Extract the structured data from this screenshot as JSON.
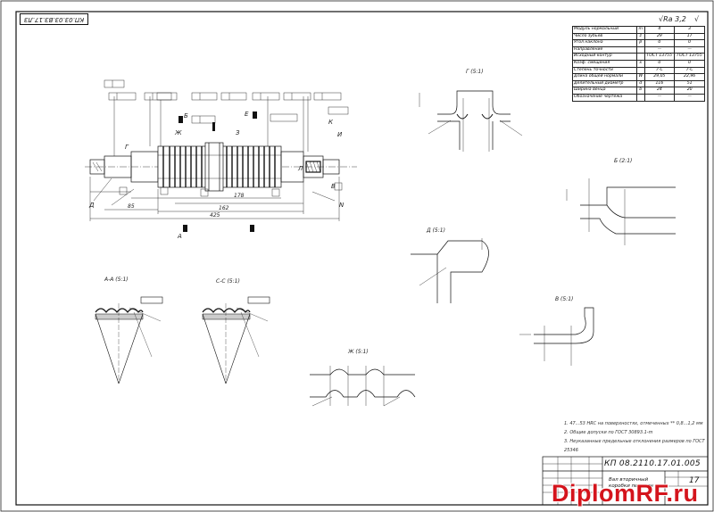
{
  "stamp_code": "КП.03.03.ВЗ.17.ЛЗ",
  "roughness_header": [
    "√Ra 3,2",
    "√"
  ],
  "param_table": [
    [
      "Модуль нормальный",
      "m",
      "4",
      "3"
    ],
    [
      "Число зубьев",
      "z",
      "29",
      "17"
    ],
    [
      "Угол наклона",
      "β",
      "0",
      "0"
    ],
    [
      "Направление",
      "",
      "—",
      "—"
    ],
    [
      "Исходный контур",
      "",
      "ГОСТ 13755",
      "ГОСТ 13755"
    ],
    [
      "Коэф. смещения",
      "x",
      "0",
      "0"
    ],
    [
      "Степень точности",
      "",
      "7-С",
      "7-С"
    ],
    [
      "Длина общей нормали",
      "W",
      "29,05",
      "22,96"
    ],
    [
      "Делительный диаметр",
      "d",
      "116",
      "51"
    ],
    [
      "Ширина венца",
      "b",
      "24",
      "20"
    ],
    [
      "Обозначение чертежа",
      "",
      "—",
      "—"
    ]
  ],
  "views": {
    "view_g": "Г (5:1)",
    "view_b": "Б (2:1)",
    "view_d": "Д (5:1)",
    "view_v": "В (5:1)",
    "view_zh": "Ж (5:1)",
    "section_aa": "А-А (5:1)",
    "section_cc": "С-С (5:1)",
    "dims_total": "425",
    "dims_left": "85",
    "dims_mid": "162",
    "dims_right": "178"
  },
  "section_letters": [
    "Д",
    "Б",
    "А",
    "Г",
    "Ж",
    "З",
    "Е",
    "К",
    "В",
    "И",
    "Л",
    "N"
  ],
  "notes": [
    "1. 47...53 HRC на поверхностях, отмеченных ** 0,8...1,2 мм",
    "2. Общие допуски по ГОСТ 30893.1-m",
    "3. Неуказанные предельные отклонения размеров по ГОСТ 25346"
  ],
  "title_block": {
    "doc_number": "КП 08.2110.17.01.005",
    "name": "Вал вторичный коробки передач",
    "sheet": "17"
  },
  "watermark": "DiplomRF.ru"
}
